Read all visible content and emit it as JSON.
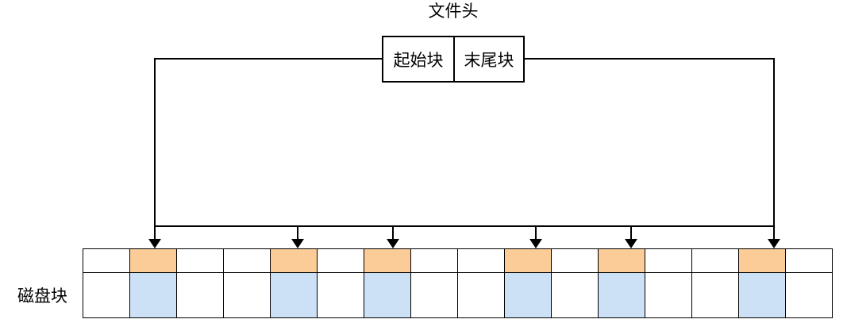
{
  "title": "文件头",
  "header_box": {
    "cells": [
      {
        "label": "起始块"
      },
      {
        "label": "末尾块"
      }
    ]
  },
  "disk_label": "磁盘块",
  "blocks": {
    "count": 16,
    "highlighted_indices": [
      1,
      4,
      6,
      9,
      11,
      14
    ],
    "top_row_highlight_color": "#FBCB98",
    "bottom_row_highlight_color": "#CDE1F6",
    "default_color": "#FFFFFF"
  },
  "line_color": "#000000"
}
